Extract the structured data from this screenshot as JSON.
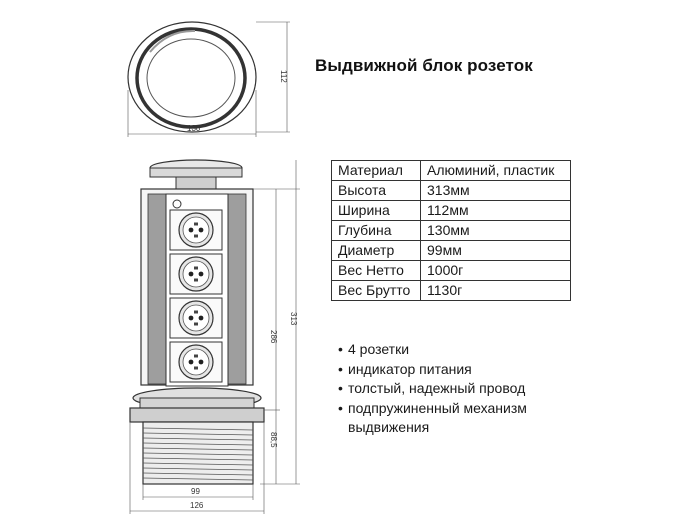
{
  "title": "Выдвижной блок розеток",
  "drawing": {
    "top_view": {
      "width_label": "130",
      "height_label": "112"
    },
    "side_view": {
      "total_height_label": "313",
      "body_height_label": "286",
      "base_height_label": "88,5",
      "inner_diameter_label": "99",
      "outer_diameter_label": "126"
    },
    "socket_count": 4
  },
  "specs": [
    {
      "key": "Материал",
      "value": "Алюминий, пластик"
    },
    {
      "key": "Высота",
      "value": "313мм"
    },
    {
      "key": "Ширина",
      "value": "112мм"
    },
    {
      "key": "Глубина",
      "value": "130мм"
    },
    {
      "key": "Диаметр",
      "value": "99мм"
    },
    {
      "key": "Вес Нетто",
      "value": "1000г"
    },
    {
      "key": "Вес Брутто",
      "value": "1130г"
    }
  ],
  "features": [
    "4 розетки",
    "индикатор питания",
    "толстый, надежный провод",
    "подпружиненный механизм",
    "выдвижения"
  ]
}
